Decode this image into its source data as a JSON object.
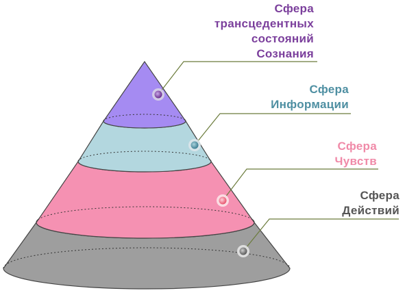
{
  "colors": {
    "consciousness": "#7b3f9c",
    "information": "#4e8fa2",
    "feelings": "#f08aa8",
    "actions": "#555555",
    "layer_consciousness": "#a58bf2",
    "layer_information": "#b3d7df",
    "layer_feelings": "#f591b2",
    "layer_actions": "#9e9e9e",
    "leader_line": "#6b7b3b"
  },
  "layers": [
    {
      "id": "consciousness",
      "lines": [
        "Сфера",
        "трансцедентных",
        "состояний",
        "Сознания"
      ]
    },
    {
      "id": "information",
      "lines": [
        "Сфера",
        "Информации"
      ]
    },
    {
      "id": "feelings",
      "lines": [
        "Сфера",
        "Чувств"
      ]
    },
    {
      "id": "actions",
      "lines": [
        "Сфера",
        "Действий"
      ]
    }
  ]
}
